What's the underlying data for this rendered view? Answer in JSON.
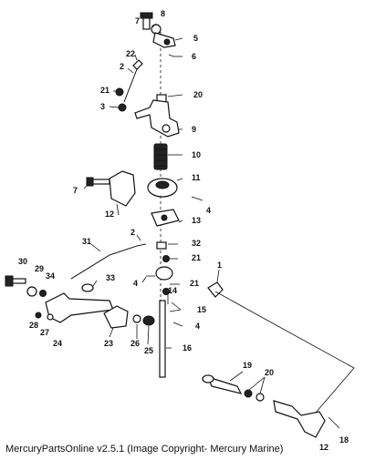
{
  "caption": "MercuryPartsOnline v2.5.1 (Image Copyright- Mercury Marine)",
  "callouts": [
    "7",
    "8",
    "5",
    "6",
    "22",
    "2",
    "21",
    "3",
    "20",
    "9",
    "10",
    "11",
    "7",
    "12",
    "4",
    "13",
    "2",
    "31",
    "32",
    "30",
    "29",
    "34",
    "33",
    "4",
    "21",
    "1",
    "14",
    "21",
    "15",
    "28",
    "27",
    "24",
    "23",
    "26",
    "25",
    "4",
    "16",
    "19",
    "20",
    "12",
    "18"
  ]
}
